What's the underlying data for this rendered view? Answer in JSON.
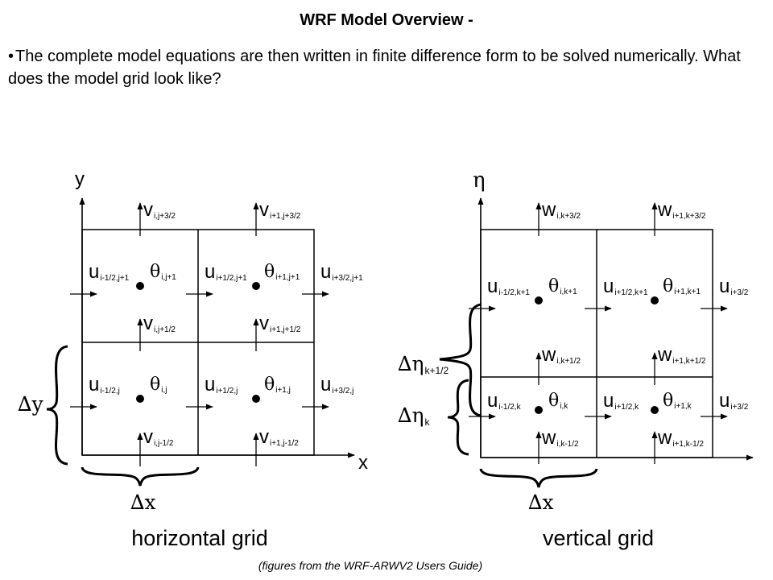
{
  "title": "WRF Model Overview -",
  "bullet": {
    "marker": "•",
    "text": "The complete model equations are then written in finite difference form to be solved numerically.  What does the model grid look like?"
  },
  "caption": "(figures from the WRF-ARWV2 Users Guide)",
  "horizontal": {
    "grid_label": "horizontal grid",
    "x_axis": "x",
    "y_axis": "y",
    "dx": "∆x",
    "dy": "∆y",
    "v_top_l": {
      "base": "v",
      "sub": "i,j+3/2"
    },
    "v_top_r": {
      "base": "v",
      "sub": "i+1,j+3/2"
    },
    "u_up_1": {
      "base": "u",
      "sub": "i-1/2,j+1"
    },
    "t_up_1": {
      "base": "θ",
      "sub": "i,j+1"
    },
    "u_up_2": {
      "base": "u",
      "sub": "i+1/2,j+1"
    },
    "t_up_2": {
      "base": "θ",
      "sub": "i+1,j+1"
    },
    "u_up_3": {
      "base": "u",
      "sub": "i+3/2,j+1"
    },
    "v_mid_l": {
      "base": "v",
      "sub": "i,j+1/2"
    },
    "v_mid_r": {
      "base": "v",
      "sub": "i+1,j+1/2"
    },
    "u_lo_1": {
      "base": "u",
      "sub": "i-1/2,j"
    },
    "t_lo_1": {
      "base": "θ",
      "sub": "i,j"
    },
    "u_lo_2": {
      "base": "u",
      "sub": "i+1/2,j"
    },
    "t_lo_2": {
      "base": "θ",
      "sub": "i+1,j"
    },
    "u_lo_3": {
      "base": "u",
      "sub": "i+3/2,j"
    },
    "v_bot_l": {
      "base": "v",
      "sub": "i,j-1/2"
    },
    "v_bot_r": {
      "base": "v",
      "sub": "i+1,j-1/2"
    }
  },
  "vertical": {
    "grid_label": "vertical grid",
    "eta_axis": "η",
    "dx": "∆x",
    "deta_k": {
      "base": "∆η",
      "sub": "k"
    },
    "deta_k12": {
      "base": "∆η",
      "sub": "k+1/2"
    },
    "w_top_l": {
      "base": "w",
      "sub": "i,k+3/2"
    },
    "w_top_r": {
      "base": "w",
      "sub": "i+1,k+3/2"
    },
    "u_up_1": {
      "base": "u",
      "sub": "i-1/2,k+1"
    },
    "t_up_1": {
      "base": "θ",
      "sub": "i,k+1"
    },
    "u_up_2": {
      "base": "u",
      "sub": "i+1/2,k+1"
    },
    "t_up_2": {
      "base": "θ",
      "sub": "i+1,k+1"
    },
    "u_up_3": {
      "base": "u",
      "sub": "i+3/2"
    },
    "w_mid_l": {
      "base": "w",
      "sub": "i,k+1/2"
    },
    "w_mid_r": {
      "base": "w",
      "sub": "i+1,k+1/2"
    },
    "u_lo_1": {
      "base": "u",
      "sub": "i-1/2,k"
    },
    "t_lo_1": {
      "base": "θ",
      "sub": "i,k"
    },
    "u_lo_2": {
      "base": "u",
      "sub": "i+1/2,k"
    },
    "t_lo_2": {
      "base": "θ",
      "sub": "i+1,k"
    },
    "u_lo_3": {
      "base": "u",
      "sub": "i+3/2"
    },
    "w_bot_l": {
      "base": "w",
      "sub": "i,k-1/2"
    },
    "w_bot_r": {
      "base": "w",
      "sub": "i+1,k-1/2"
    }
  }
}
